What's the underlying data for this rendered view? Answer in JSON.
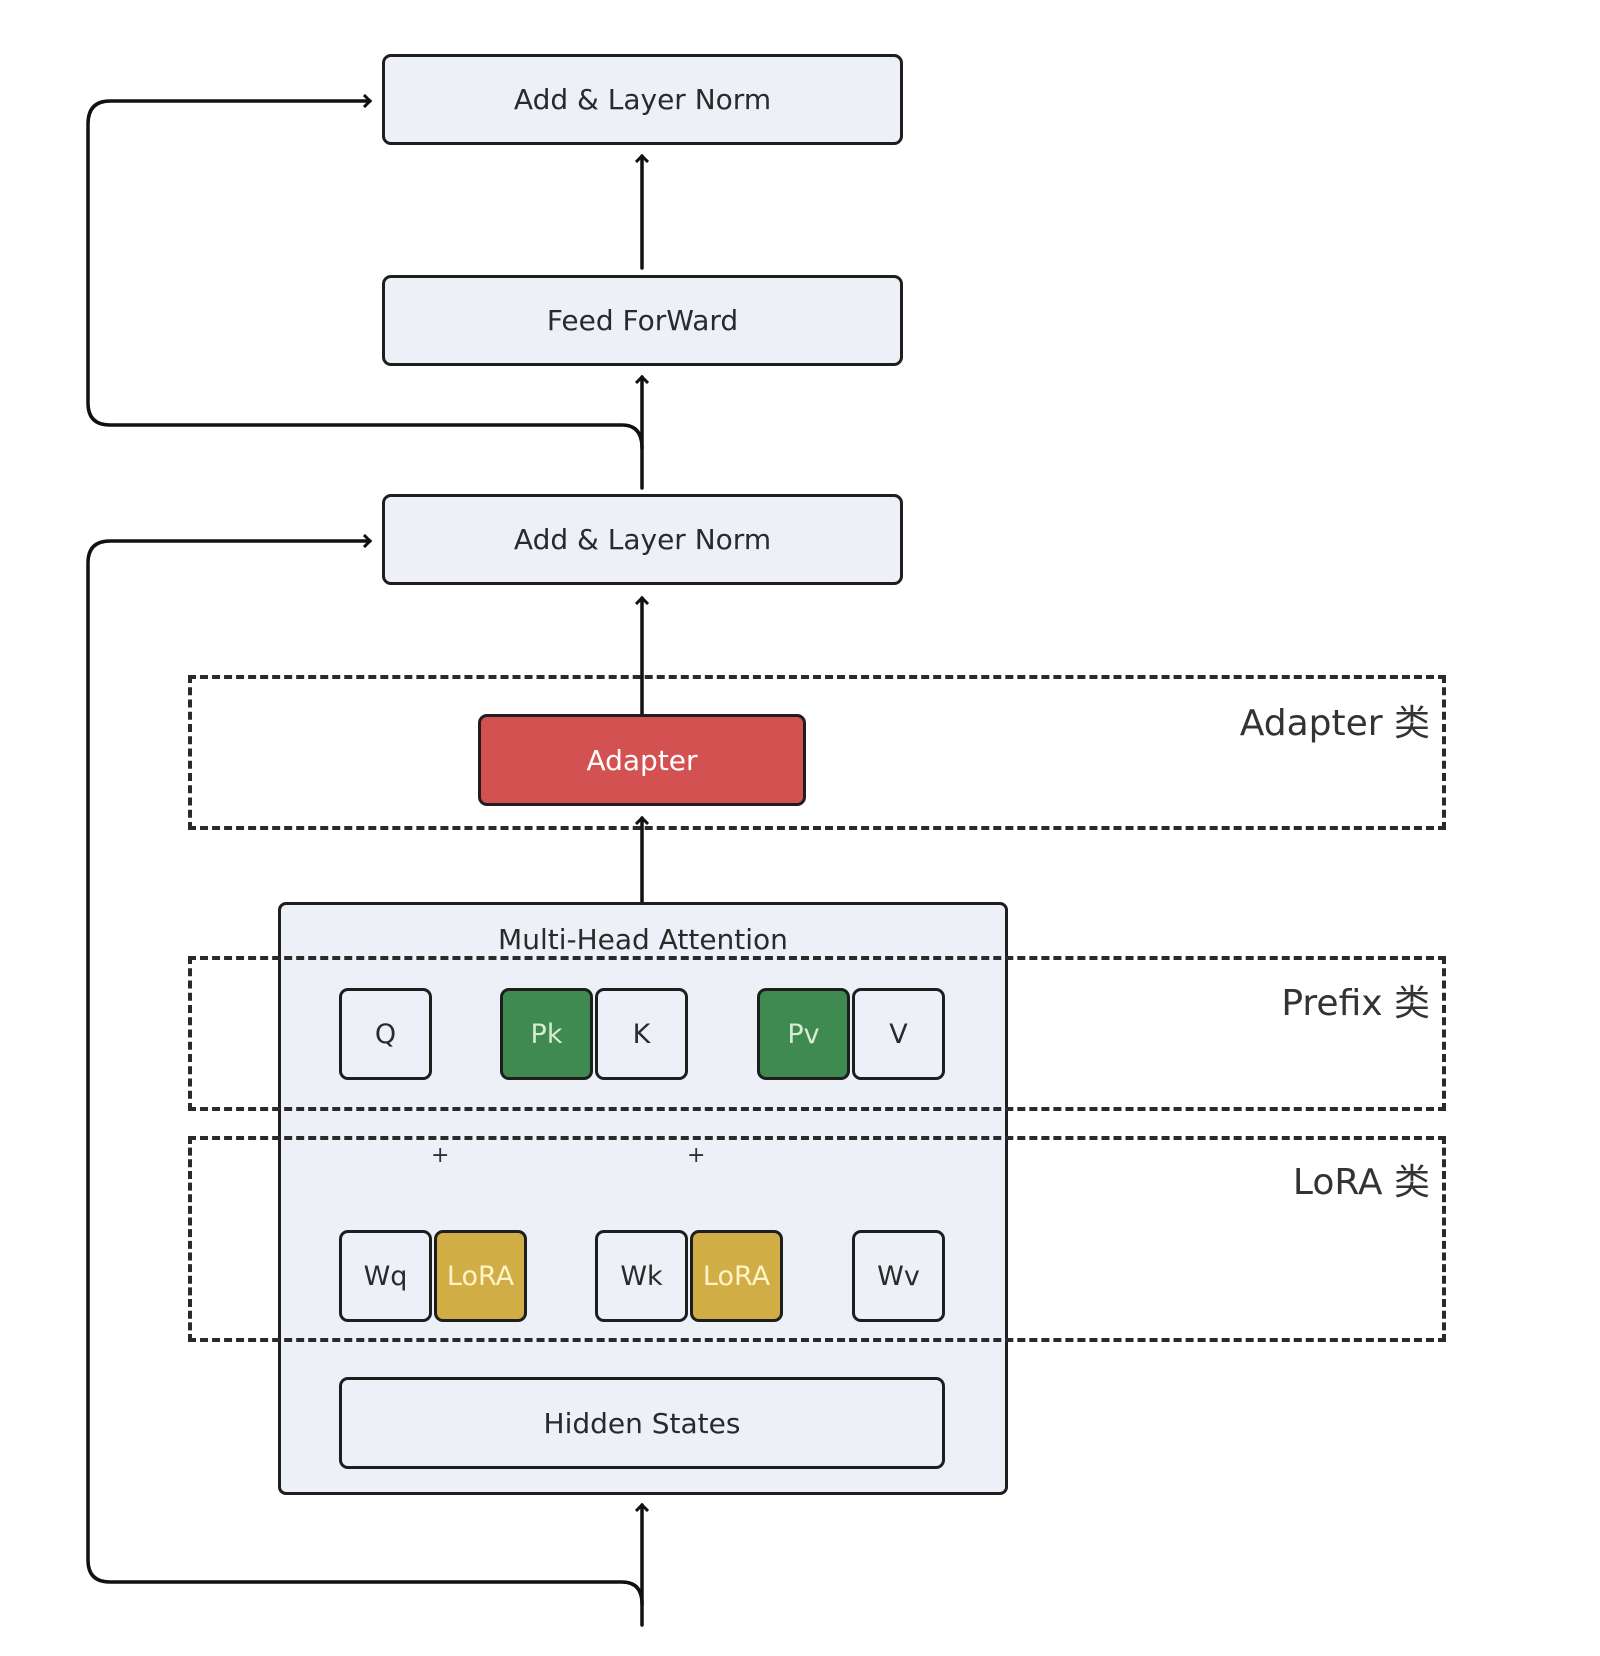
{
  "blocks": {
    "add_norm_top": "Add & Layer Norm",
    "feed_forward": "Feed ForWard",
    "add_norm_mid": "Add & Layer Norm",
    "adapter": "Adapter",
    "mha_title": "Multi-Head Attention",
    "hidden_states": "Hidden States"
  },
  "qkv": {
    "q": "Q",
    "pk": "Pk",
    "k": "K",
    "pv": "Pv",
    "v": "V"
  },
  "weights": {
    "wq": "Wq",
    "lora_q": "LoRA",
    "wk": "Wk",
    "lora_k": "LoRA",
    "wv": "Wv"
  },
  "operators": {
    "plus_q": "+",
    "plus_k": "+"
  },
  "zones": {
    "adapter": "Adapter 类",
    "prefix": "Prefix 类",
    "lora": "LoRA 类"
  },
  "colors": {
    "adapter": "#d45151",
    "prefix": "#3f8a50",
    "lora": "#d1ad45",
    "block_fill": "#eef0f8"
  }
}
